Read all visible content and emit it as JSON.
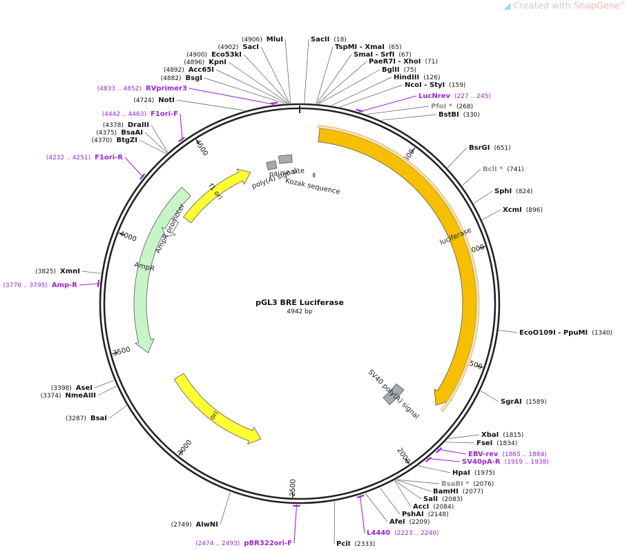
{
  "watermark": {
    "prefix": "Created with ",
    "brand": "SnapGene",
    "mark": "®"
  },
  "plasmid": {
    "name": "pGL3 BRE Luciferase",
    "length_label": "4942 bp",
    "length": 4942
  },
  "colors": {
    "backbone": "#222222",
    "primer": "#9b25d9",
    "yellow_feature": "#ffff33",
    "luciferase": "#f6c000",
    "ampr": "#c8f5c8",
    "grey_feature": "#a6a9b3",
    "line": "#555555"
  },
  "ticks": [
    {
      "bp": 500,
      "label": "500"
    },
    {
      "bp": 1000,
      "label": "1000"
    },
    {
      "bp": 1500,
      "label": "1500"
    },
    {
      "bp": 2000,
      "label": "2000"
    },
    {
      "bp": 2500,
      "label": "2500"
    },
    {
      "bp": 3000,
      "label": "3000"
    },
    {
      "bp": 3500,
      "label": "3500"
    },
    {
      "bp": 4000,
      "label": "4000"
    },
    {
      "bp": 4500,
      "label": "4500"
    }
  ],
  "features": [
    {
      "name": "luciferase",
      "start": 90,
      "end": 1740,
      "dir": "cw",
      "color": "luciferase",
      "label": "luciferase"
    },
    {
      "name": "SV40 poly(A) signal",
      "start": 1780,
      "end": 1900,
      "dir": "none",
      "color": "grey",
      "label": "SV40 poly(A) signal"
    },
    {
      "name": "ori",
      "start": 2690,
      "end": 3280,
      "dir": "ccw",
      "color": "yellow",
      "label": "ori"
    },
    {
      "name": "AmpR",
      "start": 3460,
      "end": 4320,
      "dir": "ccw",
      "color": "ampr",
      "label": "AmpR"
    },
    {
      "name": "AmpR promoter",
      "start": 4070,
      "end": 4170,
      "dir": "ccw",
      "color": "white",
      "label": "AmpR promoter"
    },
    {
      "name": "f1 ori",
      "start": 4210,
      "end": 4660,
      "dir": "cw",
      "color": "yellow",
      "label": "f1 ori"
    },
    {
      "name": "poly(A) signal",
      "start": 4760,
      "end": 4810,
      "dir": "none",
      "color": "grey",
      "label": "poly(A) signal"
    },
    {
      "name": "pause site",
      "start": 4830,
      "end": 4900,
      "dir": "none",
      "color": "grey",
      "label": "pause site"
    },
    {
      "name": "Kozak sequence",
      "start": 82,
      "end": 92,
      "dir": "none",
      "color": "grey",
      "label": "Kozak sequence"
    }
  ],
  "sites": [
    {
      "name": "SacII",
      "pos": "(18)",
      "bp": 18
    },
    {
      "name": "TspMI - XmaI",
      "pos": "(65)",
      "bp": 65
    },
    {
      "name": "SmaI - SrfI",
      "pos": "(67)",
      "bp": 67
    },
    {
      "name": "PaeR7I - XhoI",
      "pos": "(71)",
      "bp": 71
    },
    {
      "name": "BglII",
      "pos": "(75)",
      "bp": 75
    },
    {
      "name": "HindIII",
      "pos": "(126)",
      "bp": 126
    },
    {
      "name": "NcoI - StyI",
      "pos": "(159)",
      "bp": 159
    },
    {
      "name": "LucNrev",
      "pos": "(227 .. 245)",
      "bp": 236,
      "primer": true
    },
    {
      "name": "PfoI *",
      "pos": "(268)",
      "bp": 268,
      "grey": true
    },
    {
      "name": "BstBI",
      "pos": "(330)",
      "bp": 330
    },
    {
      "name": "BsrGI",
      "pos": "(651)",
      "bp": 651
    },
    {
      "name": "BclI *",
      "pos": "(741)",
      "bp": 741,
      "grey": true
    },
    {
      "name": "SphI",
      "pos": "(824)",
      "bp": 824
    },
    {
      "name": "XcmI",
      "pos": "(896)",
      "bp": 896
    },
    {
      "name": "EcoO109I - PpuMI",
      "pos": "(1340)",
      "bp": 1340
    },
    {
      "name": "SgrAI",
      "pos": "(1589)",
      "bp": 1589
    },
    {
      "name": "XbaI",
      "pos": "(1815)",
      "bp": 1815
    },
    {
      "name": "FseI",
      "pos": "(1834)",
      "bp": 1834
    },
    {
      "name": "EBV-rev",
      "pos": "(1865 .. 1884)",
      "bp": 1874,
      "primer": true
    },
    {
      "name": "SV40pA-R",
      "pos": "(1919 .. 1938)",
      "bp": 1928,
      "primer": true
    },
    {
      "name": "HpaI",
      "pos": "(1975)",
      "bp": 1975
    },
    {
      "name": "BsaBI *",
      "pos": "(2076)",
      "bp": 2076,
      "grey": true
    },
    {
      "name": "BamHI",
      "pos": "(2077)",
      "bp": 2077
    },
    {
      "name": "SalI",
      "pos": "(2083)",
      "bp": 2083
    },
    {
      "name": "AccI",
      "pos": "(2084)",
      "bp": 2084
    },
    {
      "name": "PshAI",
      "pos": "(2148)",
      "bp": 2148
    },
    {
      "name": "AfeI",
      "pos": "(2209)",
      "bp": 2209
    },
    {
      "name": "L4440",
      "pos": "(2223 .. 2240)",
      "bp": 2231,
      "primer": true
    },
    {
      "name": "PciI",
      "pos": "(2333)",
      "bp": 2333
    },
    {
      "name": "pBR322ori-F",
      "pos": "(2474 .. 2493)",
      "bp": 2483,
      "primer": true
    },
    {
      "name": "AlwNI",
      "pos": "(2749)",
      "bp": 2749
    },
    {
      "name": "BsaI",
      "pos": "(3287)",
      "bp": 3287
    },
    {
      "name": "NmeAIII",
      "pos": "(3374)",
      "bp": 3374
    },
    {
      "name": "AseI",
      "pos": "(3398)",
      "bp": 3398
    },
    {
      "name": "Amp-R",
      "pos": "(3776 .. 3795)",
      "bp": 3785,
      "primer": true
    },
    {
      "name": "XmnI",
      "pos": "(3825)",
      "bp": 3825
    },
    {
      "name": "F1ori-R",
      "pos": "(4232 .. 4251)",
      "bp": 4241,
      "primer": true
    },
    {
      "name": "BtgZI",
      "pos": "(4370)",
      "bp": 4370
    },
    {
      "name": "BsaAI",
      "pos": "(4375)",
      "bp": 4375
    },
    {
      "name": "DraIII",
      "pos": "(4378)",
      "bp": 4378
    },
    {
      "name": "F1ori-F",
      "pos": "(4442 .. 4463)",
      "bp": 4452,
      "primer": true
    },
    {
      "name": "NotI",
      "pos": "(4724)",
      "bp": 4724
    },
    {
      "name": "RVprimer3",
      "pos": "(4833 .. 4852)",
      "bp": 4842,
      "primer": true
    },
    {
      "name": "BsgI",
      "pos": "(4882)",
      "bp": 4882
    },
    {
      "name": "Acc65I",
      "pos": "(4892)",
      "bp": 4892
    },
    {
      "name": "KpnI",
      "pos": "(4896)",
      "bp": 4896
    },
    {
      "name": "Eco53kI",
      "pos": "(4900)",
      "bp": 4900
    },
    {
      "name": "SacI",
      "pos": "(4902)",
      "bp": 4902
    },
    {
      "name": "MluI",
      "pos": "(4906)",
      "bp": 4906
    }
  ]
}
